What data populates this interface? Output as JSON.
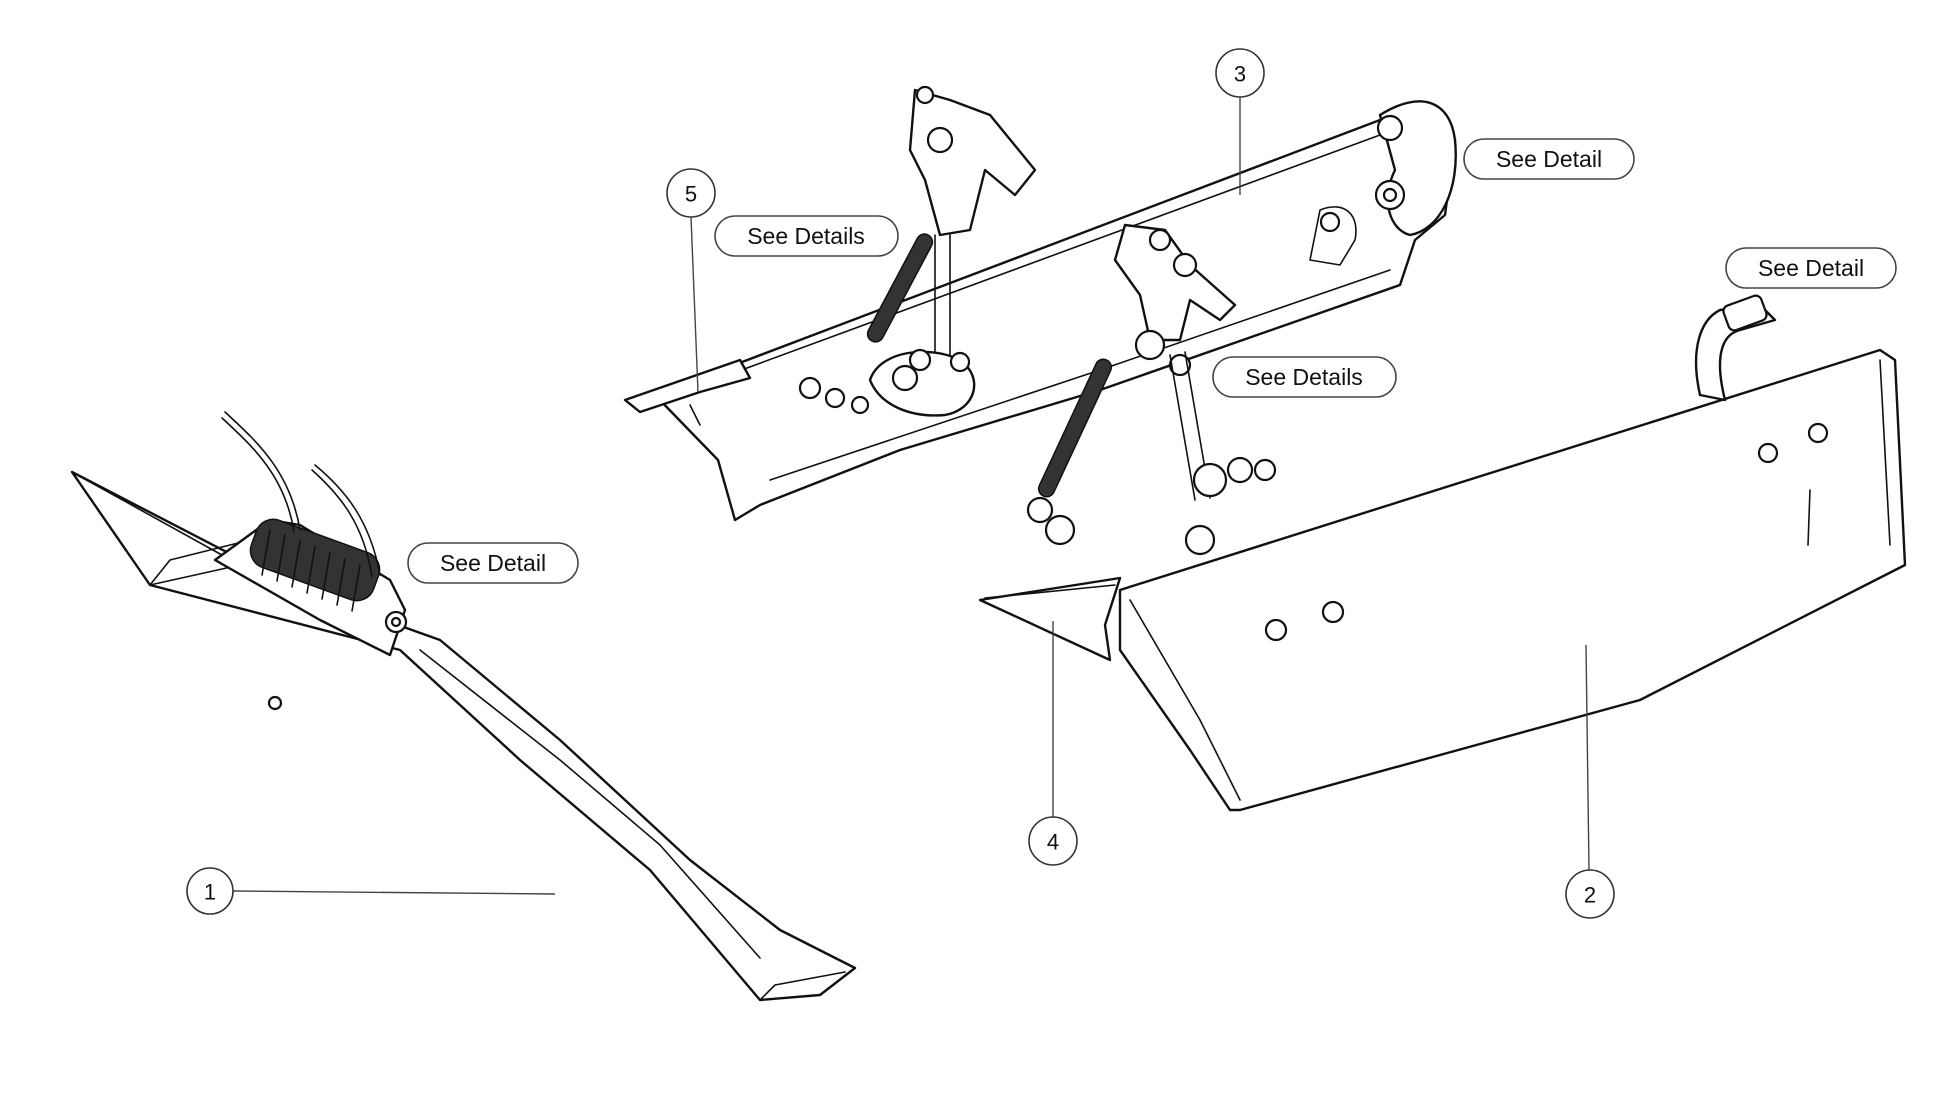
{
  "callouts": [
    "1",
    "2",
    "3",
    "4",
    "5"
  ],
  "detail_links": {
    "spring_hinge": "See Detail",
    "left_linkage": "See Details",
    "right_bracket": "See Detail",
    "center_linkage": "See Details",
    "blade_bolt": "See Detail"
  }
}
